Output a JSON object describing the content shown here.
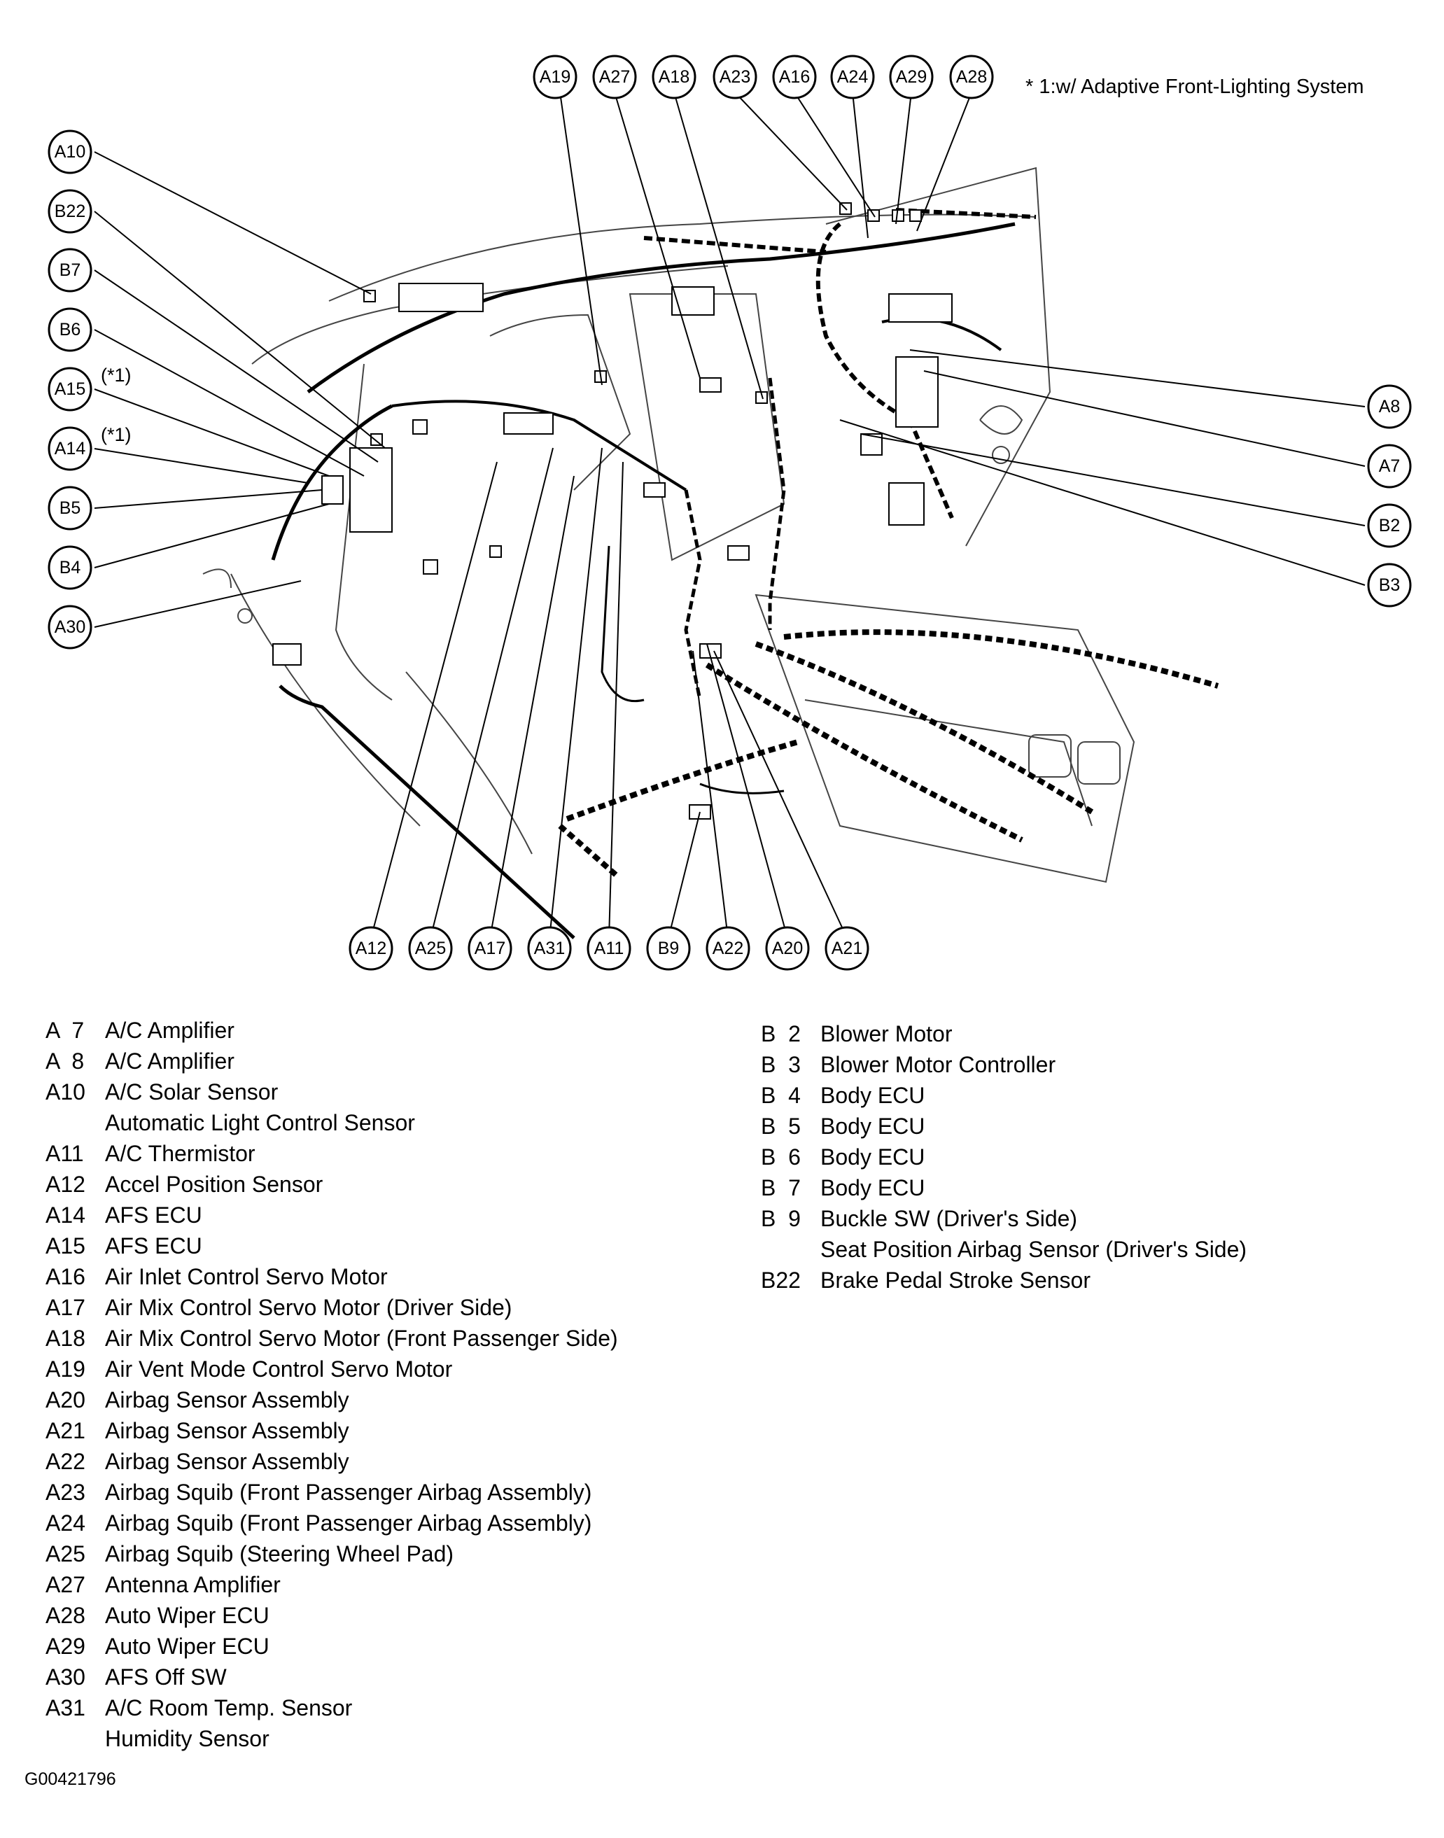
{
  "note": "* 1:w/ Adaptive Front-Lighting System",
  "footer_code": "G00421796",
  "callouts_top": [
    "A19",
    "A27",
    "A18",
    "A23",
    "A16",
    "A24",
    "A29",
    "A28"
  ],
  "callouts_left": [
    "A10",
    "B22",
    "B7",
    "B6",
    "A15",
    "A14",
    "B5",
    "B4",
    "A30"
  ],
  "callouts_left_marks": [
    "(*1)",
    "(*1)"
  ],
  "callouts_right": [
    "A8",
    "A7",
    "B2",
    "B3"
  ],
  "callouts_bottom": [
    "A12",
    "A25",
    "A17",
    "A31",
    "A11",
    "B9",
    "A22",
    "A20",
    "A21"
  ],
  "legend_left": [
    {
      "code": "A  7",
      "label": "A/C Amplifier"
    },
    {
      "code": "A  8",
      "label": "A/C Amplifier"
    },
    {
      "code": "A10",
      "label": "A/C Solar Sensor",
      "extra": "Automatic Light Control Sensor"
    },
    {
      "code": "A11",
      "label": "A/C Thermistor"
    },
    {
      "code": "A12",
      "label": "Accel Position Sensor"
    },
    {
      "code": "A14",
      "label": "AFS ECU"
    },
    {
      "code": "A15",
      "label": "AFS ECU"
    },
    {
      "code": "A16",
      "label": "Air Inlet Control Servo Motor"
    },
    {
      "code": "A17",
      "label": "Air Mix Control Servo Motor (Driver Side)"
    },
    {
      "code": "A18",
      "label": "Air Mix Control Servo Motor (Front Passenger Side)"
    },
    {
      "code": "A19",
      "label": "Air Vent Mode Control Servo Motor"
    },
    {
      "code": "A20",
      "label": "Airbag Sensor Assembly"
    },
    {
      "code": "A21",
      "label": "Airbag Sensor Assembly"
    },
    {
      "code": "A22",
      "label": "Airbag Sensor Assembly"
    },
    {
      "code": "A23",
      "label": "Airbag Squib (Front Passenger Airbag Assembly)"
    },
    {
      "code": "A24",
      "label": "Airbag Squib (Front Passenger Airbag Assembly)"
    },
    {
      "code": "A25",
      "label": "Airbag Squib (Steering Wheel Pad)"
    },
    {
      "code": "A27",
      "label": "Antenna Amplifier"
    },
    {
      "code": "A28",
      "label": "Auto Wiper ECU"
    },
    {
      "code": "A29",
      "label": "Auto Wiper ECU"
    },
    {
      "code": "A30",
      "label": "AFS Off SW"
    },
    {
      "code": "A31",
      "label": "A/C Room Temp. Sensor",
      "extra": "Humidity Sensor"
    }
  ],
  "legend_right": [
    {
      "code": "B  2",
      "label": "Blower Motor"
    },
    {
      "code": "B  3",
      "label": "Blower Motor Controller"
    },
    {
      "code": "B  4",
      "label": "Body ECU"
    },
    {
      "code": "B  5",
      "label": "Body ECU"
    },
    {
      "code": "B  6",
      "label": "Body ECU"
    },
    {
      "code": "B  7",
      "label": "Body ECU"
    },
    {
      "code": "B  9",
      "label": "Buckle SW (Driver's Side)",
      "extra": "Seat Position Airbag Sensor (Driver's Side)"
    },
    {
      "code": "B22",
      "label": "Brake Pedal Stroke Sensor"
    }
  ]
}
